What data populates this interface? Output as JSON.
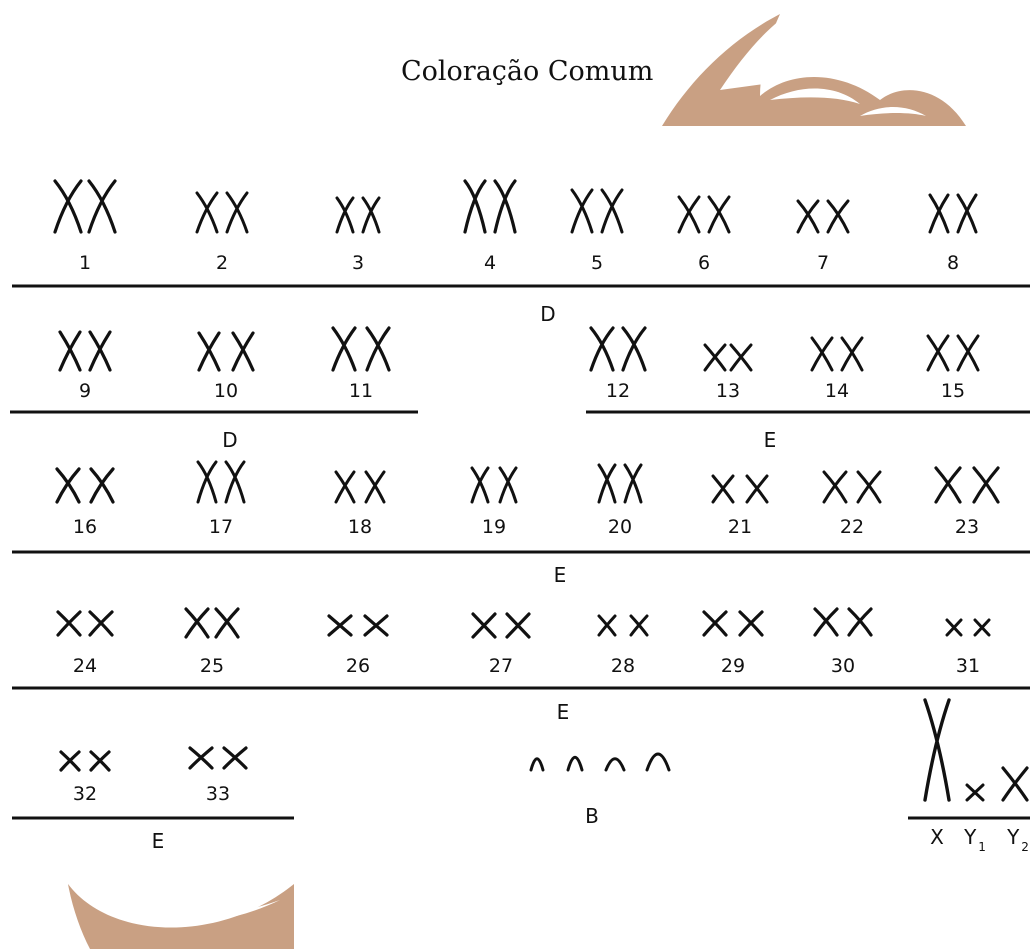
{
  "title": "Coloração Comum",
  "colors": {
    "ink": "#111111",
    "accent": "#c9a083",
    "accent_light": "#ffffff"
  },
  "karyotype": {
    "rows": [
      {
        "labels": [
          "1",
          "2",
          "3",
          "4",
          "5",
          "6",
          "7",
          "8"
        ]
      },
      {
        "labels": [
          "9",
          "10",
          "11",
          "12",
          "13",
          "14",
          "15"
        ]
      },
      {
        "labels": [
          "16",
          "17",
          "18",
          "19",
          "20",
          "21",
          "22",
          "23"
        ]
      },
      {
        "labels": [
          "24",
          "25",
          "26",
          "27",
          "28",
          "29",
          "30",
          "31"
        ]
      },
      {
        "labels": [
          "32",
          "33"
        ]
      }
    ],
    "group_labels": [
      "D",
      "D",
      "E",
      "E",
      "E",
      "E",
      "B"
    ],
    "sex_chromosomes": {
      "x": "X",
      "y1_base": "Y",
      "y1_sub": "1",
      "y2_base": "Y",
      "y2_sub": "2"
    }
  }
}
